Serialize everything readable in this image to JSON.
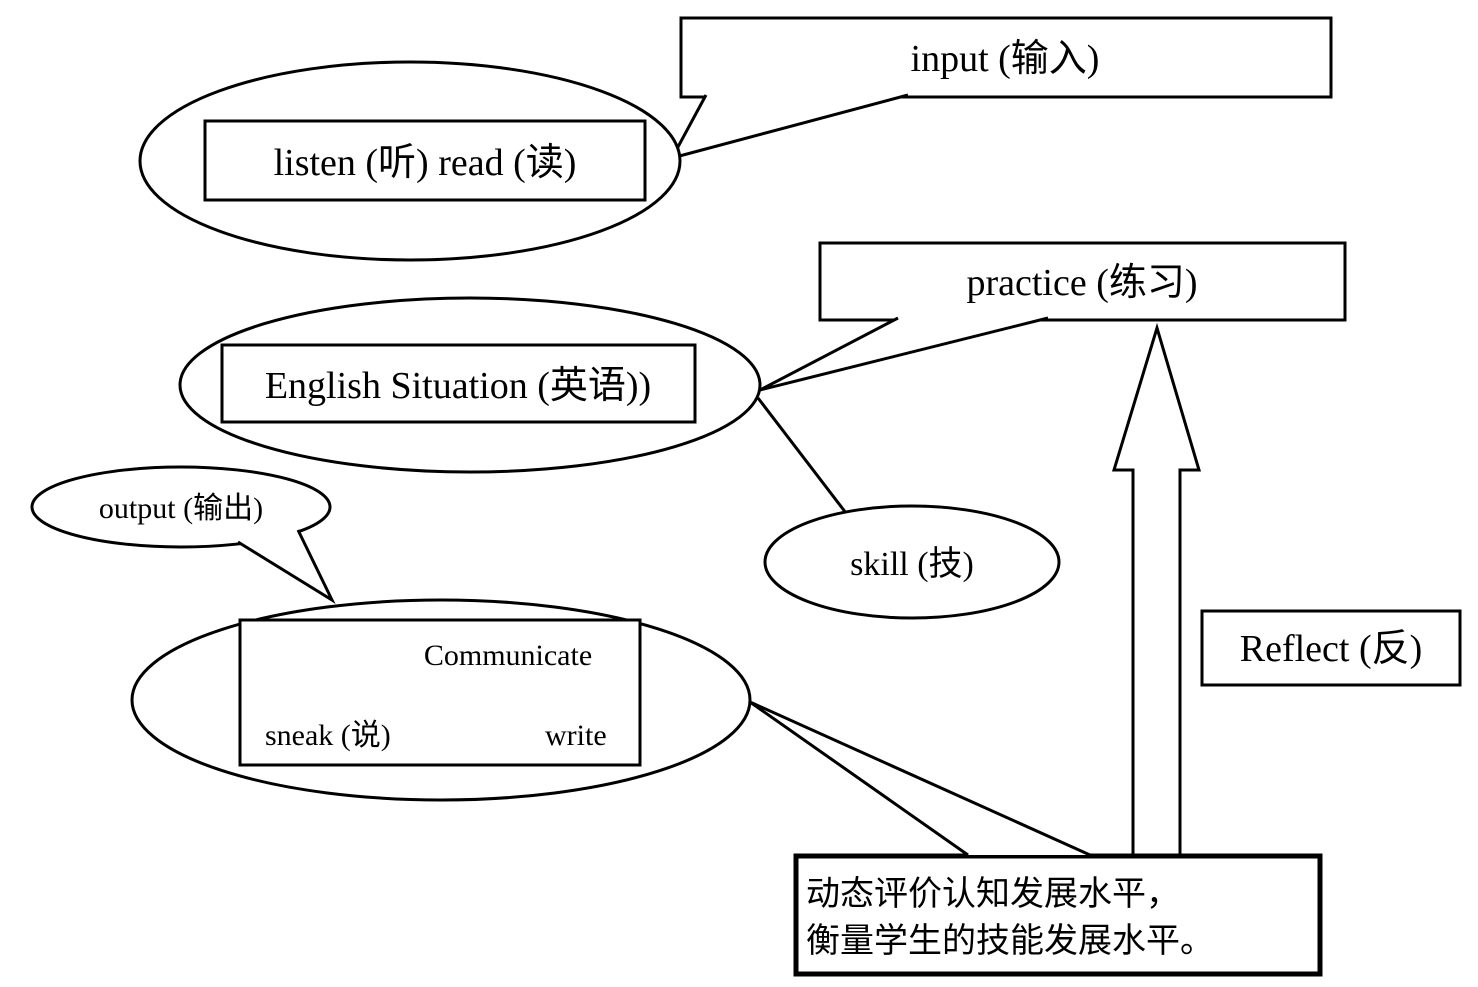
{
  "diagram": {
    "input_callout": "input  (输入)",
    "listen_read": "listen (听)  read (读)",
    "practice_callout": "practice   (练习)",
    "english_situation": "English Situation (英语))",
    "skill": "skill  (技)",
    "output_callout": "output (输出)",
    "communicate": "Communicate",
    "sneak": "sneak (说)",
    "write": "write",
    "reflect": "Reflect  (反)",
    "bottom_box_line1": "动态评价认知发展水平，",
    "bottom_box_line2": "衡量学生的技能发展水平。"
  }
}
